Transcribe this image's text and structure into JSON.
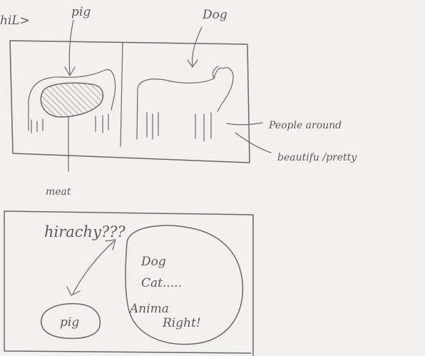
{
  "labels": {
    "fragment": "hiL>",
    "pig_top": "pig",
    "dog_top": "Dog",
    "people_around": "People around",
    "beautiful": "beautifu /pretty",
    "meat": "meat",
    "hierarchy": "hirachy???",
    "dog": "Dog",
    "cat": "Cat.....",
    "animal": "Anima",
    "right": "Right!",
    "pig_bottom": "pig"
  }
}
